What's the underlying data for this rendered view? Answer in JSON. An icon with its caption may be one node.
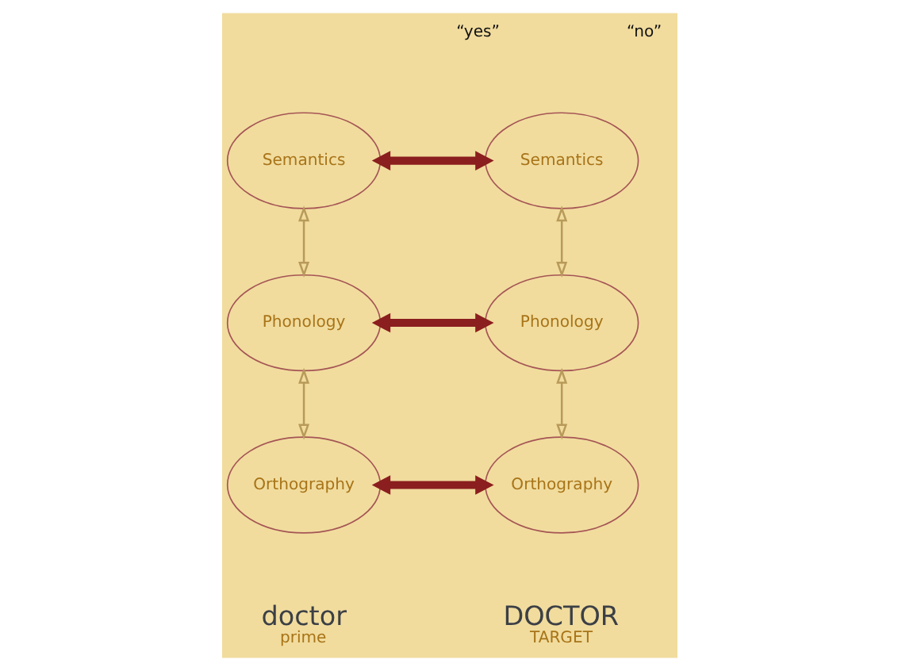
{
  "diagram": {
    "nodes": [
      {
        "text": [
          "Semantics"
        ]
      },
      {
        "text": [
          "Semantics"
        ]
      },
      {
        "text": [
          "Phonology"
        ]
      },
      {
        "text": [
          "Phonology"
        ]
      },
      {
        "text": [
          "Orthography"
        ],
        "beside": [
          "doctor",
          "prime"
        ]
      },
      {
        "text": [
          "Orthography"
        ],
        "beside": [
          "DOCTOR",
          "TARGET"
        ]
      }
    ],
    "edges": [
      {
        "from": 0,
        "to": 1,
        "arrow": "both",
        "style": "thick",
        "color": "#8b1e1e"
      },
      {
        "from": 0,
        "to": 2,
        "arrow": "both"
      },
      {
        "from": 1,
        "to": 3,
        "arrow": "both"
      },
      {
        "from": 2,
        "to": 3,
        "arrow": "both",
        "style": "thick",
        "color": "#8b1e1e"
      },
      {
        "from": 2,
        "to": 4,
        "arrow": "both"
      },
      {
        "from": 3,
        "to": 5,
        "arrow": "both"
      },
      {
        "from": 4,
        "to": 5,
        "arrow": "both",
        "style": "thick",
        "color": "#8b1e1e"
      }
    ],
    "labels": [
      "“yes”",
      "“no”"
    ]
  }
}
